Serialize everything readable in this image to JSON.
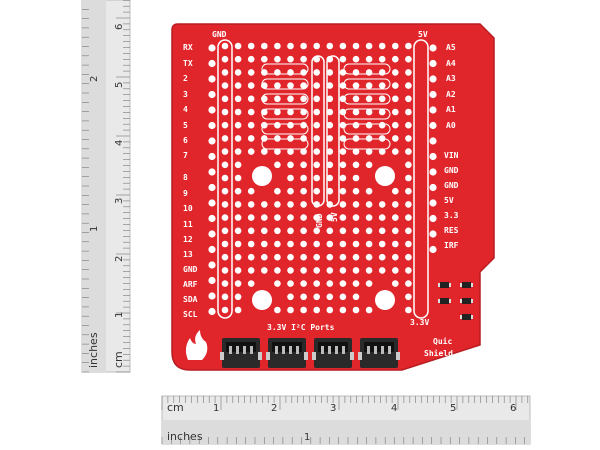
{
  "board": {
    "title_line1": "Quic",
    "title_line2": "Shield",
    "top_left_label": "GND",
    "top_right_label": "5V",
    "center_gnd": "GND",
    "center_5v": "5V",
    "bottom_right_label": "3.3V",
    "i2c_label": "3.3V I²C Ports",
    "left_pins": [
      "RX",
      "TX",
      "2",
      "3",
      "4",
      "5",
      "6",
      "7",
      "8",
      "9",
      "10",
      "11",
      "12",
      "13",
      "GND",
      "ARF",
      "SDA",
      "SCL"
    ],
    "right_top_pins": [
      "A5",
      "A4",
      "A3",
      "A2",
      "A1",
      "A0"
    ],
    "right_bottom_pins": [
      "VIN",
      "GND",
      "GND",
      "5V",
      "3.3",
      "RES",
      "IRF"
    ],
    "colors": {
      "pcb": "#e0262b",
      "pad": "#ffffff",
      "connector": "#2a2a2a",
      "silk": "#ffffff"
    }
  },
  "ruler_bottom": {
    "cm_label": "cm",
    "cm_ticks": [
      "1",
      "2",
      "3",
      "4",
      "5",
      "6"
    ],
    "inch_label": "inches",
    "inch_ticks": [
      "1"
    ]
  },
  "ruler_left": {
    "cm_label": "cm",
    "cm_ticks": [
      "1",
      "2",
      "3",
      "4",
      "5",
      "6"
    ],
    "inch_label": "inches",
    "inch_ticks": [
      "1",
      "2"
    ]
  }
}
